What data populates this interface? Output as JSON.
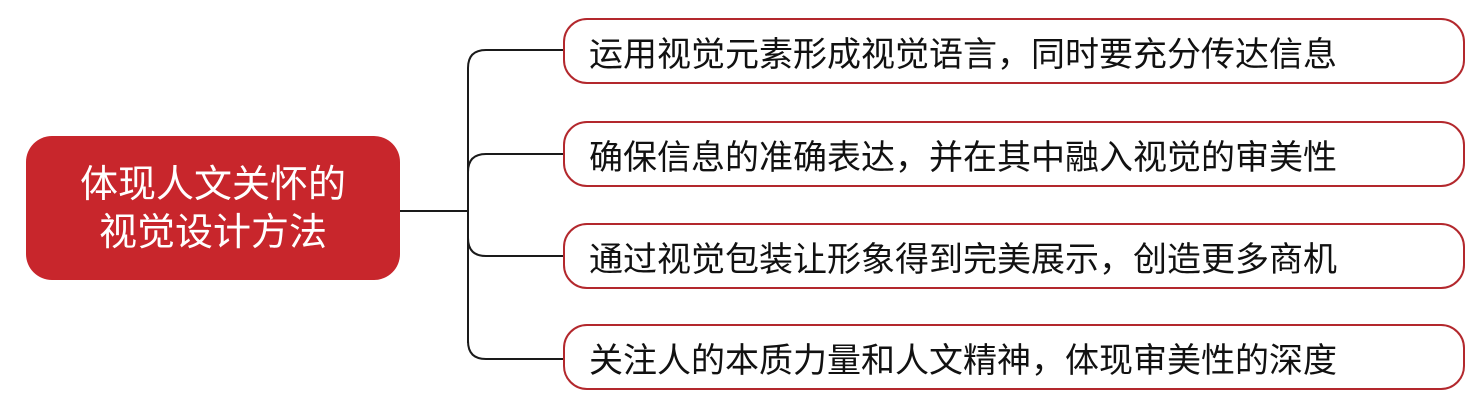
{
  "central_topic": {
    "line1": "体现人文关怀的",
    "line2": "视觉设计方法"
  },
  "branches": [
    {
      "label": "运用视觉元素形成视觉语言，同时要充分传达信息"
    },
    {
      "label": "确保信息的准确表达，并在其中融入视觉的审美性"
    },
    {
      "label": "通过视觉包装让形象得到完美展示，创造更多商机"
    },
    {
      "label": "关注人的本质力量和人文精神，体现审美性的深度"
    }
  ],
  "colors": {
    "root_fill": "#c8262c",
    "branch_border": "#b3282d",
    "connector": "#1a1a1a"
  }
}
